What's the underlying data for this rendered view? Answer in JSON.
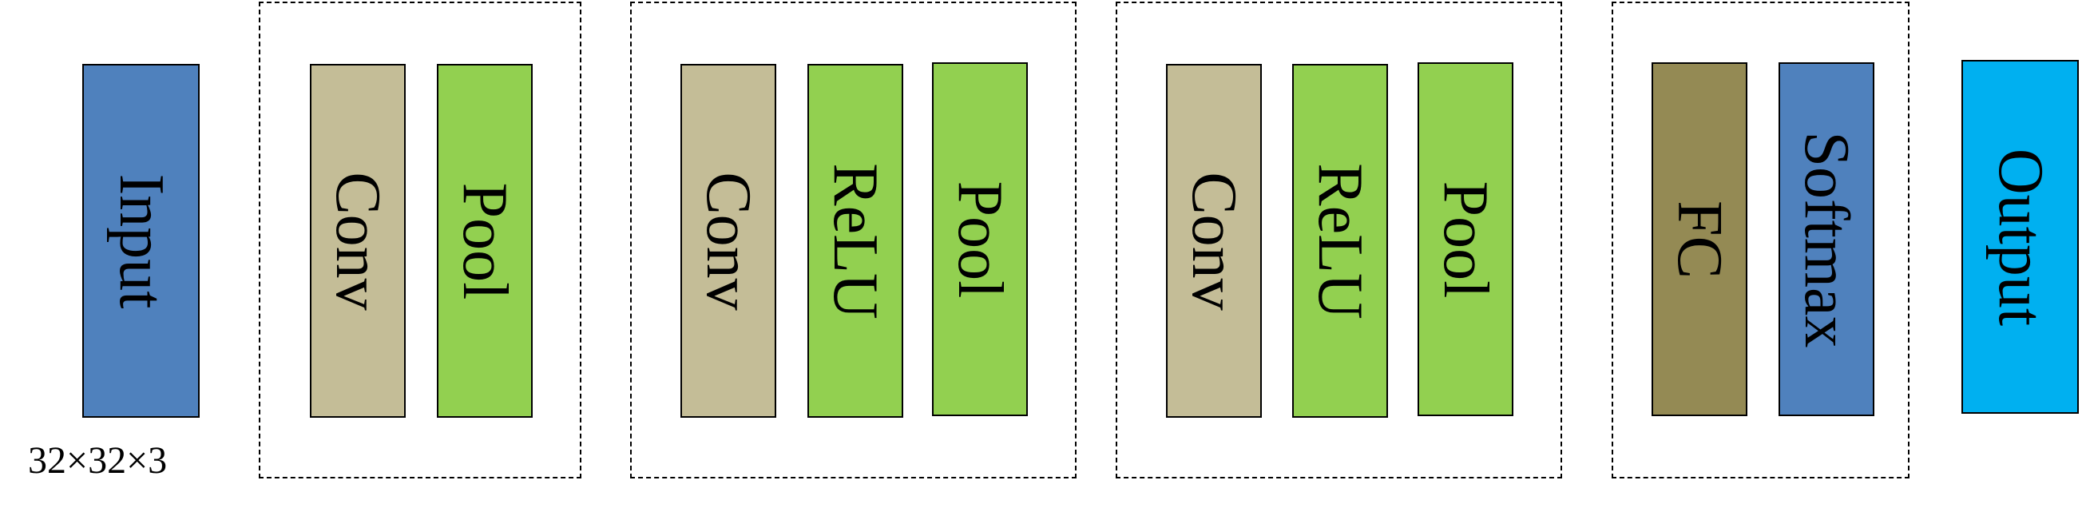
{
  "diagram": {
    "input": {
      "label": "Input",
      "shape_caption": "32×32×3",
      "color": "#4F81BD"
    },
    "group1": {
      "conv": {
        "label": "Conv",
        "color": "#C4BD97"
      },
      "pool": {
        "label": "Pool",
        "color": "#92D050"
      }
    },
    "group2": {
      "conv": {
        "label": "Conv",
        "color": "#C4BD97"
      },
      "relu": {
        "label": "ReLU",
        "color": "#92D050"
      },
      "pool": {
        "label": "Pool",
        "color": "#92D050"
      }
    },
    "group3": {
      "conv": {
        "label": "Conv",
        "color": "#C4BD97"
      },
      "relu": {
        "label": "ReLU",
        "color": "#92D050"
      },
      "pool": {
        "label": "Pool",
        "color": "#92D050"
      }
    },
    "group4": {
      "fc": {
        "label": "FC",
        "color": "#948A54"
      },
      "softmax": {
        "label": "Softmax",
        "color": "#4F81BD"
      }
    },
    "output": {
      "label": "Output",
      "color": "#00B0F0"
    }
  }
}
